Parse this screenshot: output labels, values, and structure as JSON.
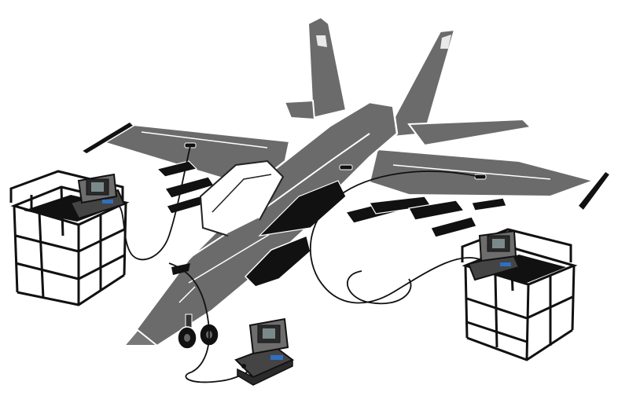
{
  "scene": {
    "subject": "fighter-jet",
    "stations": [
      "left-stand-station",
      "right-stand-station",
      "ground-station"
    ]
  },
  "colors": {
    "background": "#ffffff",
    "jet_body": "#6b6b6b",
    "jet_dark": "#1a1a1a",
    "jet_outline": "#ffffff",
    "stand_frame": "#111111",
    "case_body": "#5a5a5a",
    "screen": "#2a2a2a",
    "screen_glow": "#7a8a8a",
    "case_accent": "#2f6fc0",
    "cable": "#111111"
  }
}
